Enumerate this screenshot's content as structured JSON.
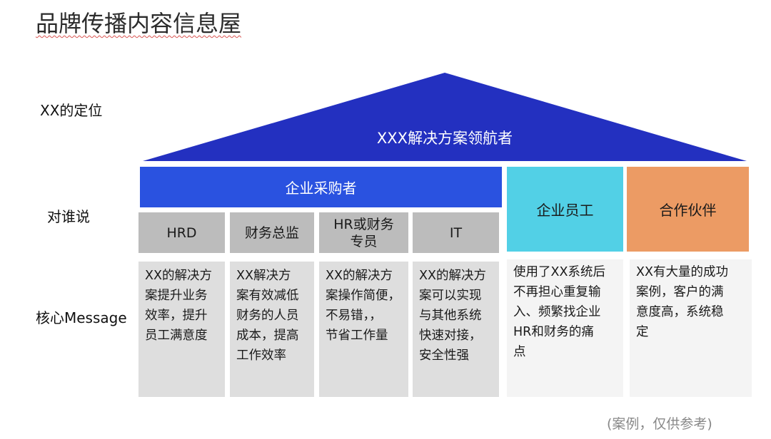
{
  "title": "品牌传播内容信息屋",
  "rows": {
    "positioning": "XX的定位",
    "audience": "对谁说",
    "message": "核心Message"
  },
  "roof": {
    "text": "XXX解决方案领航者",
    "color": "#2330c0"
  },
  "groups": {
    "enterprise_buyer": "企业采购者",
    "employee": "企业员工",
    "partner": "合作伙伴"
  },
  "sub_audiences": [
    "HRD",
    "财务总监",
    "HR或财务\n专员",
    "IT"
  ],
  "messages": [
    "XX的解决方\n案提升业务\n效率，提升\n员工满意度",
    "XX解决方\n案有效减低\n财务的人员\n成本，提高\n工作效率",
    "XX的解决方\n案操作简便，\n不易错，，\n节省工作量",
    "XX的解决方\n案可以实现\n与其他系统\n快速对接，\n安全性强",
    "使用了XX系统后\n不再担心重复输\n入、频繁找企业\nHR和财务的痛\n点",
    "XX有大量的成功\n案例，客户的满\n意度高，系统稳\n定"
  ],
  "footnote": "(案例，仅供参考)",
  "colors": {
    "buyer": "#2a52e0",
    "employee": "#52d0e6",
    "partner": "#ec9b64",
    "sub_header": "#bcbcbc",
    "message_bg": "#dedede",
    "message_bg_light": "#f4f4f4"
  }
}
